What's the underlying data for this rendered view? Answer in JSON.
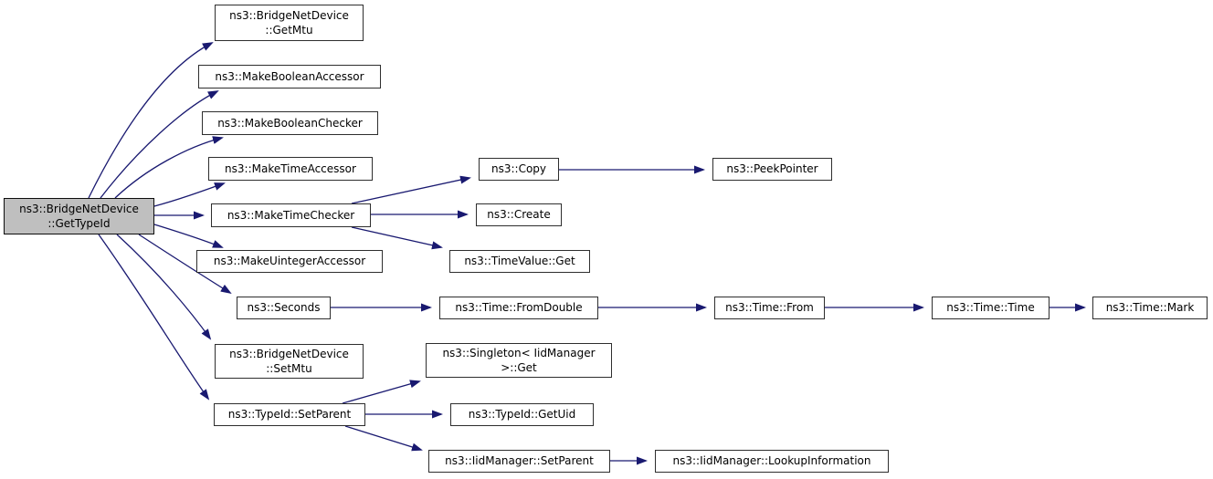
{
  "diagram": {
    "kind": "doxygen-call-graph",
    "root_function": "ns3::BridgeNetDevice::GetTypeId",
    "colors": {
      "edge": "#191970",
      "node_fill": "#ffffff",
      "root_fill": "#bfbfbf",
      "node_border": "#2e2e2e",
      "text": "#000000",
      "background": "#ffffff"
    }
  },
  "nodes": [
    {
      "id": "getTypeId",
      "label": "ns3::BridgeNetDevice\n::GetTypeId"
    },
    {
      "id": "getMtu",
      "label": "ns3::BridgeNetDevice\n::GetMtu"
    },
    {
      "id": "makeBooleanAccessor",
      "label": "ns3::MakeBooleanAccessor"
    },
    {
      "id": "makeBooleanChecker",
      "label": "ns3::MakeBooleanChecker"
    },
    {
      "id": "makeTimeAccessor",
      "label": "ns3::MakeTimeAccessor"
    },
    {
      "id": "makeTimeChecker",
      "label": "ns3::MakeTimeChecker"
    },
    {
      "id": "makeUintegerAccessor",
      "label": "ns3::MakeUintegerAccessor"
    },
    {
      "id": "seconds",
      "label": "ns3::Seconds"
    },
    {
      "id": "setMtu",
      "label": "ns3::BridgeNetDevice\n::SetMtu"
    },
    {
      "id": "typeIdSetParent",
      "label": "ns3::TypeId::SetParent"
    },
    {
      "id": "copy",
      "label": "ns3::Copy"
    },
    {
      "id": "create",
      "label": "ns3::Create"
    },
    {
      "id": "timeValueGet",
      "label": "ns3::TimeValue::Get"
    },
    {
      "id": "peekPointer",
      "label": "ns3::PeekPointer"
    },
    {
      "id": "timeFromDouble",
      "label": "ns3::Time::FromDouble"
    },
    {
      "id": "timeFrom",
      "label": "ns3::Time::From"
    },
    {
      "id": "timeTime",
      "label": "ns3::Time::Time"
    },
    {
      "id": "timeMark",
      "label": "ns3::Time::Mark"
    },
    {
      "id": "singletonGet",
      "label": "ns3::Singleton< IidManager\n>::Get"
    },
    {
      "id": "typeIdGetUid",
      "label": "ns3::TypeId::GetUid"
    },
    {
      "id": "iidManagerSetParent",
      "label": "ns3::IidManager::SetParent"
    },
    {
      "id": "lookupInformation",
      "label": "ns3::IidManager::LookupInformation"
    }
  ],
  "edges": [
    {
      "from": "getTypeId",
      "to": "getMtu"
    },
    {
      "from": "getTypeId",
      "to": "makeBooleanAccessor"
    },
    {
      "from": "getTypeId",
      "to": "makeBooleanChecker"
    },
    {
      "from": "getTypeId",
      "to": "makeTimeAccessor"
    },
    {
      "from": "getTypeId",
      "to": "makeTimeChecker"
    },
    {
      "from": "getTypeId",
      "to": "makeUintegerAccessor"
    },
    {
      "from": "getTypeId",
      "to": "seconds"
    },
    {
      "from": "getTypeId",
      "to": "setMtu"
    },
    {
      "from": "getTypeId",
      "to": "typeIdSetParent"
    },
    {
      "from": "makeTimeChecker",
      "to": "copy"
    },
    {
      "from": "makeTimeChecker",
      "to": "create"
    },
    {
      "from": "makeTimeChecker",
      "to": "timeValueGet"
    },
    {
      "from": "copy",
      "to": "peekPointer"
    },
    {
      "from": "seconds",
      "to": "timeFromDouble"
    },
    {
      "from": "timeFromDouble",
      "to": "timeFrom"
    },
    {
      "from": "timeFrom",
      "to": "timeTime"
    },
    {
      "from": "timeTime",
      "to": "timeMark"
    },
    {
      "from": "typeIdSetParent",
      "to": "singletonGet"
    },
    {
      "from": "typeIdSetParent",
      "to": "typeIdGetUid"
    },
    {
      "from": "typeIdSetParent",
      "to": "iidManagerSetParent"
    },
    {
      "from": "iidManagerSetParent",
      "to": "lookupInformation"
    }
  ]
}
